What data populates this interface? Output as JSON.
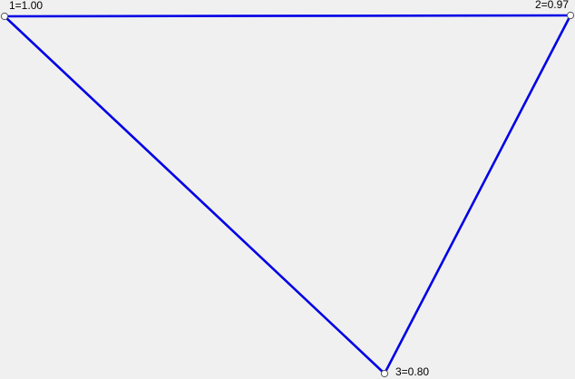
{
  "diagram": {
    "nodes": [
      {
        "id": "1",
        "label": "1=1.00"
      },
      {
        "id": "2",
        "label": "2=0.97"
      },
      {
        "id": "3",
        "label": "3=0.80"
      }
    ],
    "edges": [
      {
        "from": "1",
        "to": "2"
      },
      {
        "from": "2",
        "to": "3"
      },
      {
        "from": "3",
        "to": "1"
      }
    ],
    "colors": {
      "background": "#f0f0f0",
      "edge": "#0000e6",
      "node_fill": "#ffffff",
      "node_stroke": "#555555",
      "label": "#000000"
    }
  }
}
